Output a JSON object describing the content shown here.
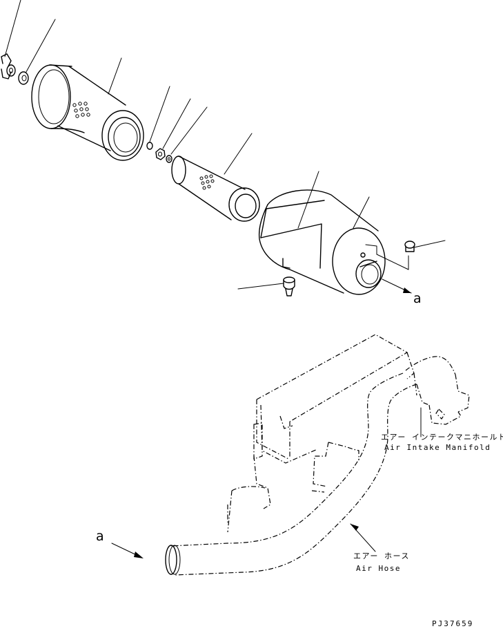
{
  "labels": {
    "manifold_jp": "エアー インテークマニホールド",
    "manifold_en": "Air Intake Manifold",
    "hose_jp": "エアー ホース",
    "hose_en": "Air Hose",
    "ref_top": "a",
    "ref_bottom": "a",
    "drawing_code": "PJ37659"
  },
  "colors": {
    "line": "#000000",
    "background": "#ffffff"
  },
  "parts": [
    "wing-nut",
    "washer",
    "outer-filter-element",
    "retaining-ring",
    "nut",
    "washer-small",
    "inner-filter-element",
    "air-cleaner-body",
    "bolt",
    "evacuator-valve",
    "engine-block",
    "intake-manifold",
    "air-hose"
  ]
}
